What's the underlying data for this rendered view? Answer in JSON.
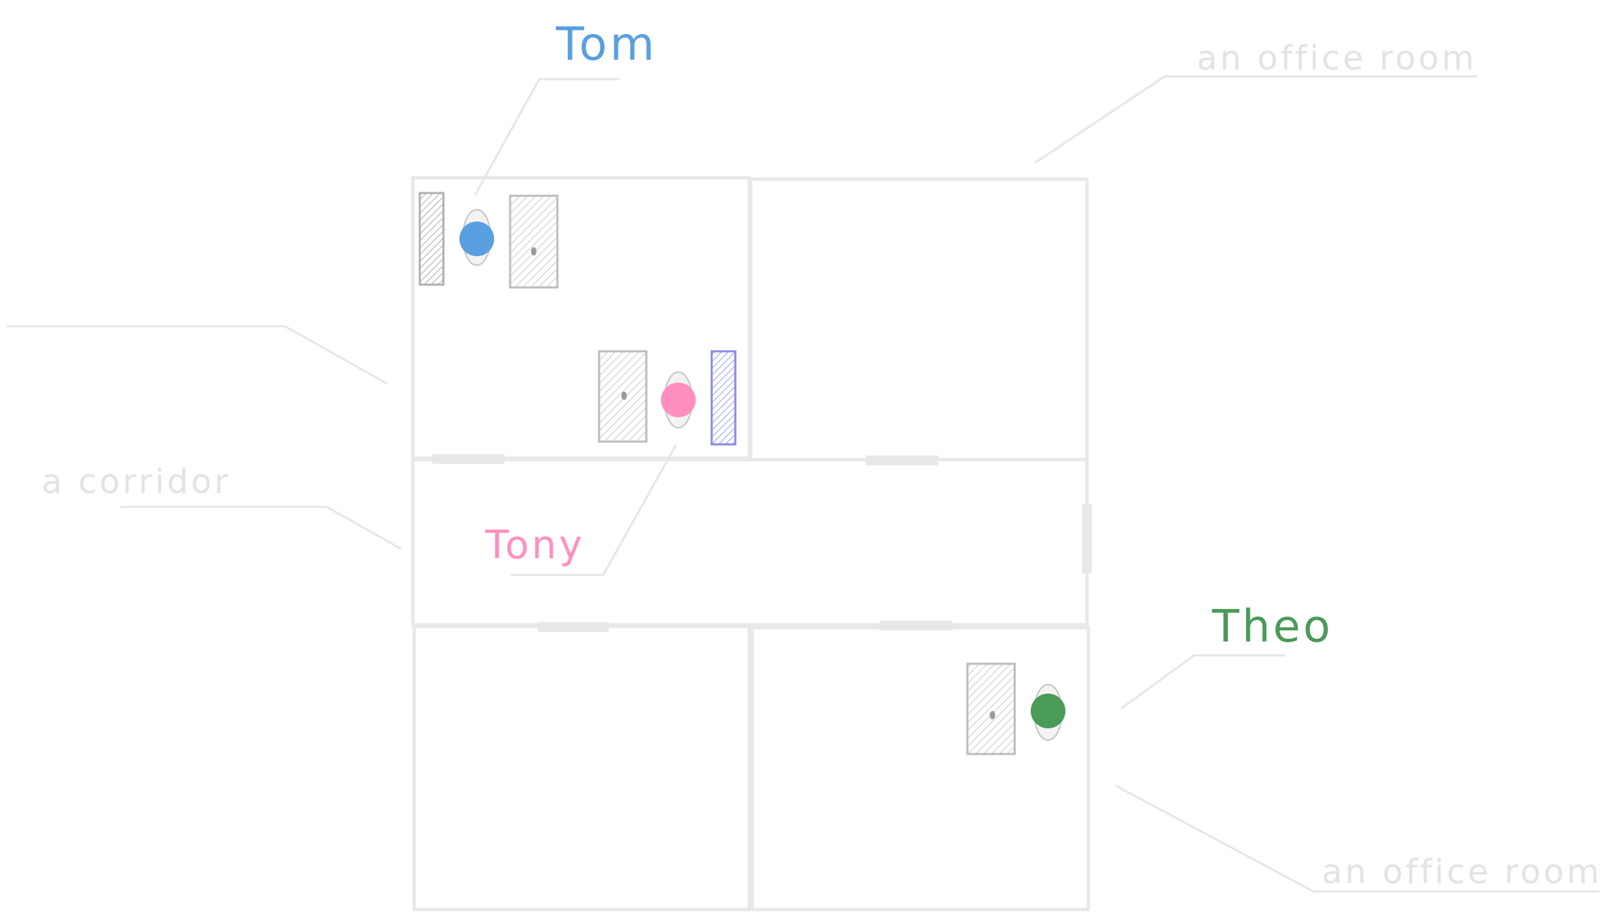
{
  "labels": {
    "tom": "Tom",
    "tony": "Tony",
    "theo": "Theo",
    "office_top": "an office room",
    "office_bottom": "an office room",
    "corridor": "a corridor"
  },
  "colors": {
    "tom": "#5a9fe0",
    "tony": "#ff8fbf",
    "theo": "#4a9a58",
    "wall": "#e8e8e8",
    "annotation": "#e6e6e6",
    "furniture_stroke": "#b8b8b8",
    "furniture_fill": "#ececec",
    "shelf_fill": "#d8d8d8",
    "blue_shelf_fill": "#d6d6f7",
    "blue_shelf_stroke": "#8a8ae6"
  },
  "icons": {
    "person": "person-icon",
    "desk": "desk-icon",
    "shelf": "shelf-icon",
    "door": "door-icon"
  }
}
